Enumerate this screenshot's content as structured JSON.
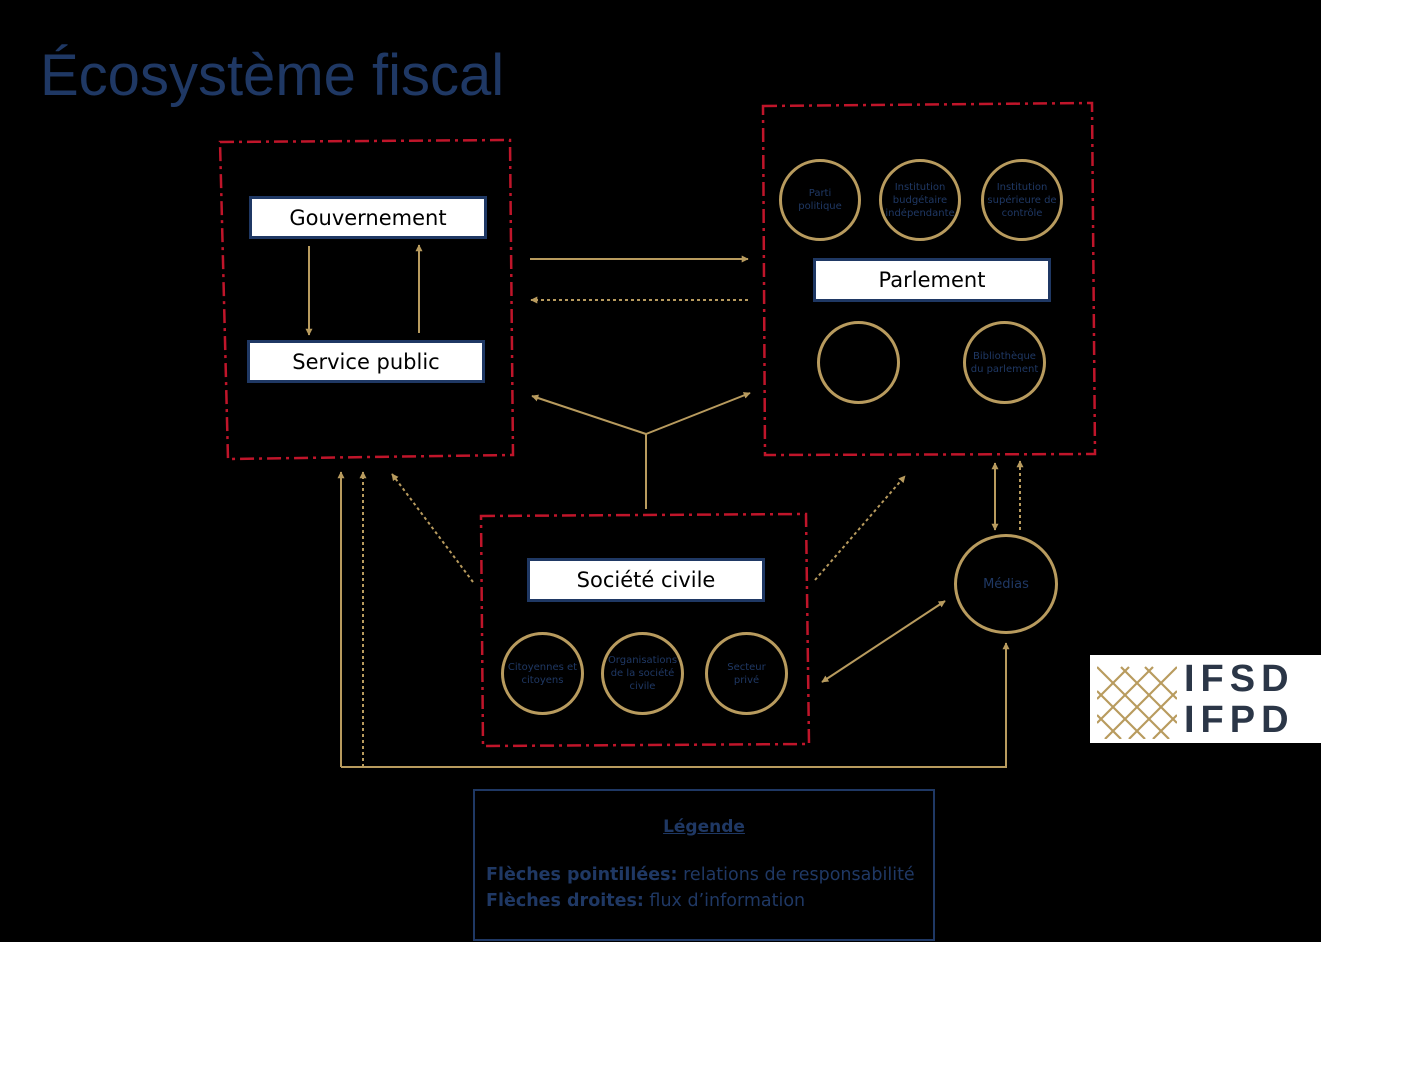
{
  "title": "Écosystème fiscal",
  "colors": {
    "background": "#000000",
    "title": "#1f3864",
    "dashed_frame": "#c0152a",
    "arrow": "#b89b5e",
    "circle": "#b89b5e",
    "box_border": "#1f3864",
    "circle_text": "#1f3864"
  },
  "government": {
    "label": "Gouvernement",
    "service_label": "Service public"
  },
  "parliament": {
    "label": "Parlement",
    "members": {
      "party": "Parti politique",
      "pbo": "Institution budgétaire indépendante",
      "audit": "Institution supérieure de contrôle",
      "empty": "",
      "library": "Bibliothèque du parlement"
    }
  },
  "civil_society": {
    "label": "Société civile",
    "members": {
      "citizens": "Citoyennes et citoyens",
      "cso": "Organisations de la société civile",
      "private": "Secteur privé"
    }
  },
  "media": {
    "label": "Médias"
  },
  "legend": {
    "title": "Légende",
    "dashed_term": "Flèches pointillées:",
    "dashed_desc": " relations de responsabilité",
    "solid_term": "Flèches droites:",
    "solid_desc": " flux d’information"
  },
  "logo": {
    "icon": "lattice-logo-icon",
    "line1": "IFSD",
    "line2": "IFPD"
  }
}
